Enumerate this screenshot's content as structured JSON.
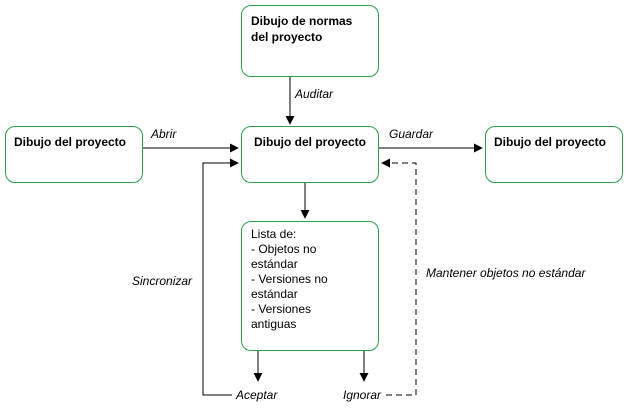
{
  "nodes": {
    "standards": "Dibujo de normas del proyecto",
    "source": "Dibujo del proyecto",
    "center": "Dibujo del proyecto",
    "saved": "Dibujo del proyecto",
    "list": {
      "title": "Lista de:",
      "items": [
        "- Objetos no",
        "estándar",
        "- Versiones no",
        "estándar",
        "- Versiones",
        "antiguas"
      ]
    }
  },
  "edges": {
    "audit": "Auditar",
    "open": "Abrir",
    "save": "Guardar",
    "sync": "Sincronizar",
    "keep": "Mantener objetos no estándar",
    "accept": "Aceptar",
    "ignore": "Ignorar"
  },
  "colors": {
    "node_border": "#2e9e4f",
    "edge": "#000000"
  }
}
